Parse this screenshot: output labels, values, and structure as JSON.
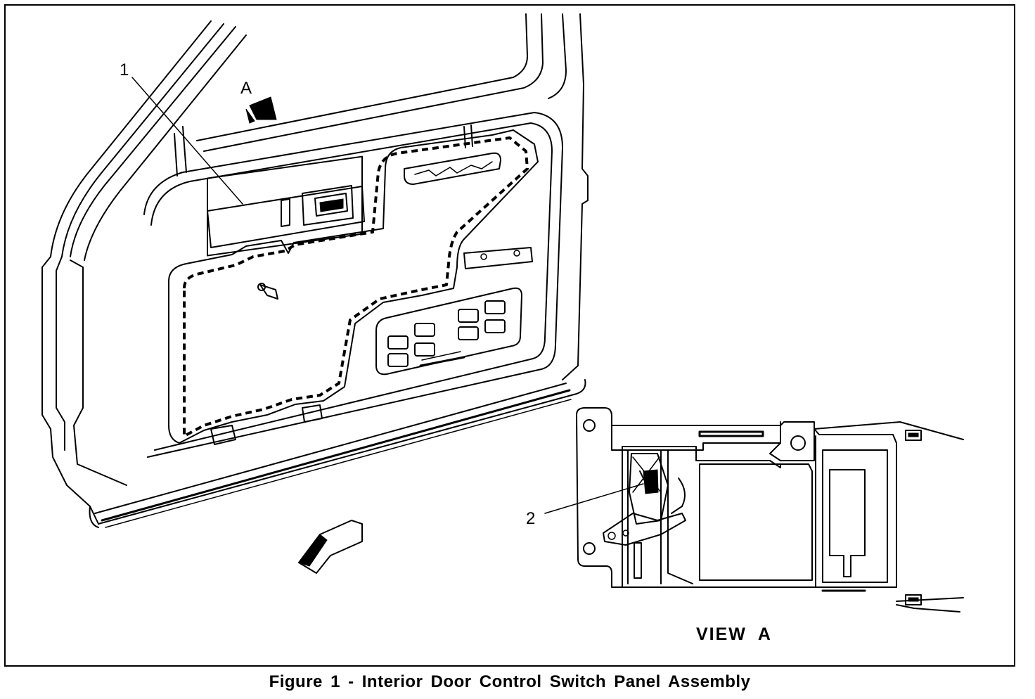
{
  "callouts": {
    "one": "1",
    "two": "2",
    "view_marker": "A"
  },
  "view_label": "VIEW  A",
  "caption": "Figure 1 - Interior Door Control Switch Panel Assembly"
}
